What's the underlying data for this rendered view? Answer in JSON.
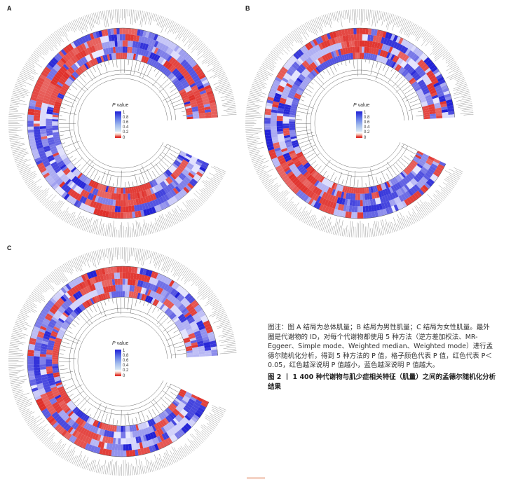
{
  "panels": [
    {
      "label": "A"
    },
    {
      "label": "B"
    },
    {
      "label": "C"
    }
  ],
  "legend": {
    "title_italic": "P",
    "title_rest": " value",
    "ticks": [
      "1",
      "0.8",
      "0.6",
      "0.4",
      "0.2",
      "0"
    ]
  },
  "colors": {
    "low_p": "#e0302a",
    "high_p": "#1f1fd6",
    "mid": "#ffffff"
  },
  "rings": {
    "method_count": 5,
    "metabolite_count": 1400
  },
  "caption": {
    "note": "图注：图 A 结局为总体肌量；B 结局为男性肌量；C 结局为女性肌量。最外圈是代谢物的 ID，对每个代谢物都使用 5 种方法（逆方差加权法、MR-Eggeer、Simple mode、Weighted median、Weighted mode）进行孟德尔随机化分析，得到 5 种方法的 P 值，格子颜色代表 P 值，红色代表 P＜0.05，红色越深说明 P 值越小，蓝色越深说明 P 值越大。",
    "figure_title": "图 2 丨 1 400 种代谢物与肌少症相关特征（肌量）之间的孟德尔随机化分析结果"
  }
}
